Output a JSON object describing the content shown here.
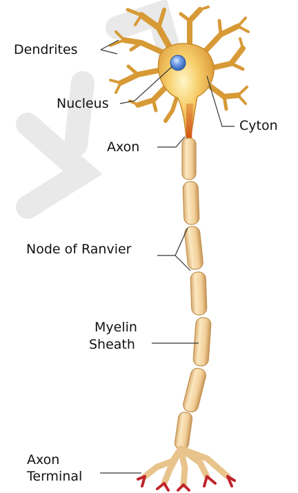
{
  "labels": {
    "dendrites": "Dendrites",
    "nucleus": "Nucleus",
    "cyton": "Cyton",
    "axon": "Axon",
    "node_of_ranvier": "Node of Ranvier",
    "myelin_line1": "Myelin",
    "myelin_line2": "Sheath",
    "terminal_line1": "Axon",
    "terminal_line2": "Terminal"
  },
  "colors": {
    "myelin": "#f2cf98",
    "myelin_edge": "#c99a5c",
    "soma": "#e0a640",
    "soma_light": "#fde9a6",
    "axon": "#d86a1a",
    "nucleus": "#5b8fdc",
    "terminal": "#c0242a",
    "watermark": "#e6e6e6"
  }
}
